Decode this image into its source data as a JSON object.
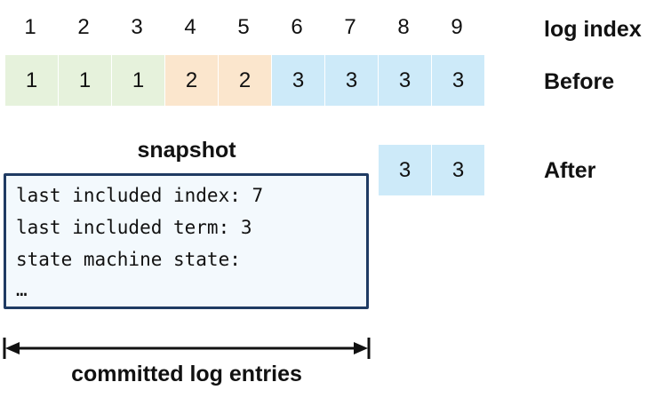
{
  "log_index": {
    "label": "log index",
    "values": [
      "1",
      "2",
      "3",
      "4",
      "5",
      "6",
      "7",
      "8",
      "9"
    ]
  },
  "before": {
    "label": "Before",
    "terms": [
      "1",
      "1",
      "1",
      "2",
      "2",
      "3",
      "3",
      "3",
      "3"
    ]
  },
  "after": {
    "label": "After",
    "terms": [
      "3",
      "3"
    ]
  },
  "snapshot": {
    "title": "snapshot",
    "lines": [
      "last included index: 7",
      "last included term: 3",
      "state machine state:",
      "…"
    ]
  },
  "committed": {
    "label": "committed log entries"
  },
  "colors": {
    "term_1": "#e6f2dc",
    "term_2": "#fbe6cd",
    "term_3": "#cdeaf9",
    "snapshot_border": "#1f3b63",
    "snapshot_fill": "#f3f9fd"
  }
}
